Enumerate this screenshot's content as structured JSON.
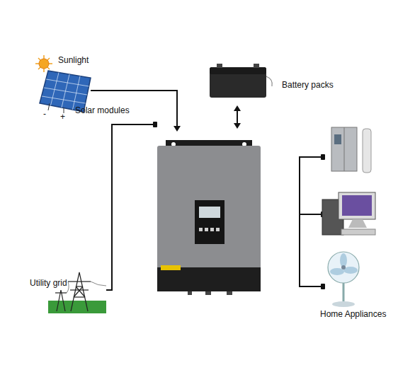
{
  "diagram": {
    "labels": [
      "Sunlight",
      "-",
      "+",
      "Solar modules",
      "Battery packs",
      "Utility grid",
      "Home Appliances"
    ]
  }
}
